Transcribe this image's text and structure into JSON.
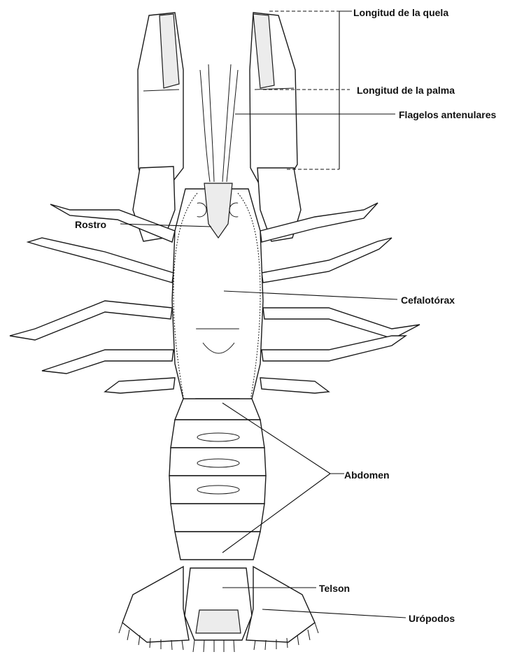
{
  "labels": {
    "longitud_quela": "Longitud de la quela",
    "longitud_palma": "Longitud de la palma",
    "flagelos_antenulares": "Flagelos antenulares",
    "rostro": "Rostro",
    "cefalotorax": "Cefalotórax",
    "abdomen": "Abdomen",
    "telson": "Telson",
    "uropodos": "Urópodos"
  },
  "colors": {
    "ink": "#111111",
    "background": "#ffffff",
    "shade": "#ececec"
  }
}
